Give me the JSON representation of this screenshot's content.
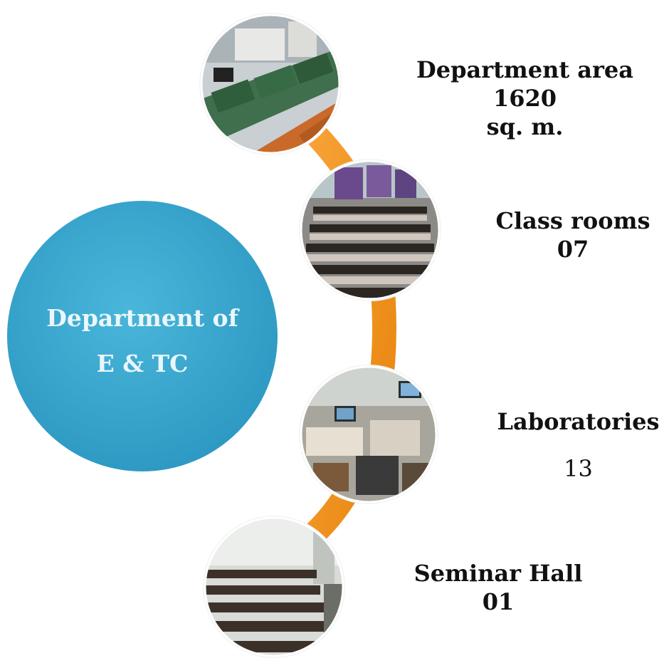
{
  "center": {
    "line1": "Department of",
    "line2": "E & TC",
    "color": "#34a8cf"
  },
  "connector_color": "#f5961e",
  "stats": [
    {
      "line1": "Department area 1620",
      "line2": "sq. m.",
      "photo": "lab-bench-photo"
    },
    {
      "line1": "Class rooms",
      "line2": "07",
      "photo": "classroom-photo"
    },
    {
      "line1": "Laboratories",
      "line2": "13",
      "photo": "laboratory-photo"
    },
    {
      "line1": "Seminar Hall",
      "line2": "01",
      "photo": "seminar-hall-photo"
    }
  ]
}
